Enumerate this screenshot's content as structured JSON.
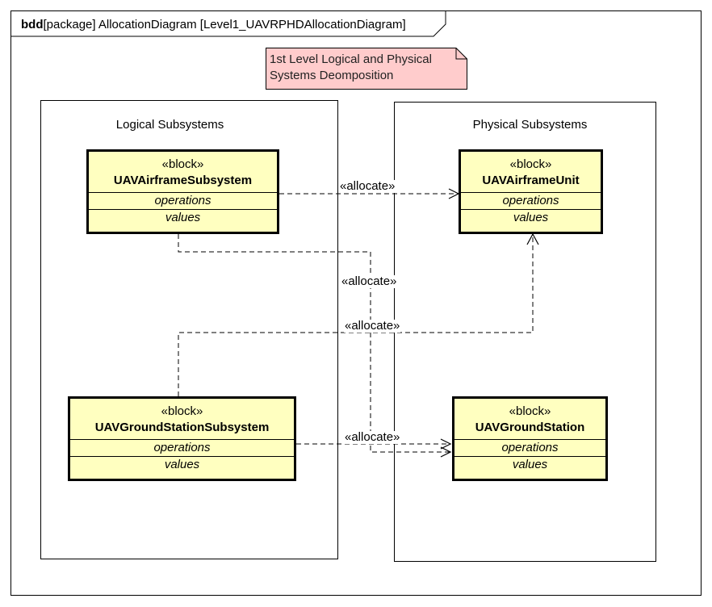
{
  "frame": {
    "keyword": "bdd",
    "title": "[package] AllocationDiagram [Level1_UAVRPHDAllocationDiagram]"
  },
  "note": {
    "line1": "1st Level Logical and Physical",
    "line2": "Systems Deomposition"
  },
  "containers": {
    "logical": {
      "title": "Logical Subsystems"
    },
    "physical": {
      "title": "Physical Subsystems"
    }
  },
  "blocks": [
    {
      "stereotype": "«block»",
      "name": "UAVAirframeSubsystem",
      "operations": "operations",
      "values": "values"
    },
    {
      "stereotype": "«block»",
      "name": "UAVGroundStationSubsystem",
      "operations": "operations",
      "values": "values"
    },
    {
      "stereotype": "«block»",
      "name": "UAVAirframeUnit",
      "operations": "operations",
      "values": "values"
    },
    {
      "stereotype": "«block»",
      "name": "UAVGroundStation",
      "operations": "operations",
      "values": "values"
    }
  ],
  "allocations": [
    {
      "label": "«allocate»",
      "from": "UAVAirframeSubsystem",
      "to": "UAVAirframeUnit"
    },
    {
      "label": "«allocate»",
      "from": "UAVAirframeSubsystem",
      "to": "UAVGroundStation"
    },
    {
      "label": "«allocate»",
      "from": "UAVGroundStationSubsystem",
      "to": "UAVAirframeUnit"
    },
    {
      "label": "«allocate»",
      "from": "UAVGroundStationSubsystem",
      "to": "UAVGroundStation"
    }
  ],
  "colors": {
    "block_fill": "#ffffc0",
    "note_fill": "#ffcccc",
    "line": "#000000"
  }
}
